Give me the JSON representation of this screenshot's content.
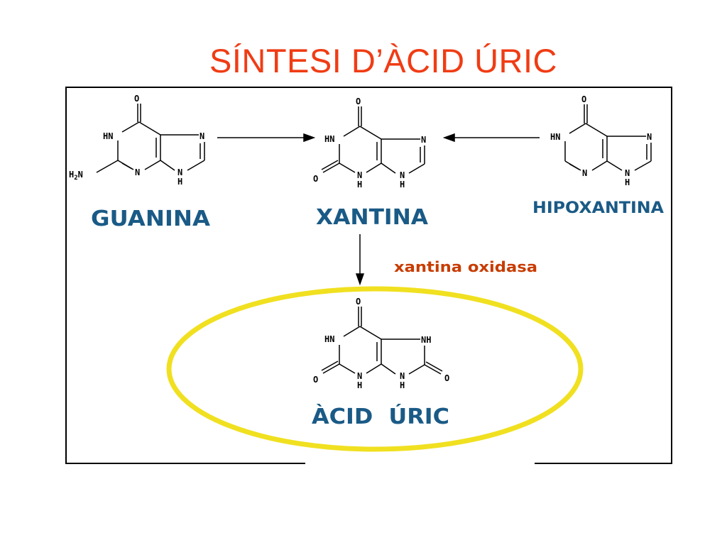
{
  "slide": {
    "title": "SÍNTESI D’ÀCID ÚRIC"
  },
  "colors": {
    "title": "#f03c14",
    "label": "#1a5a86",
    "enzyme": "#c83c00",
    "highlight": "#f0e020",
    "bond": "#000000"
  },
  "atoms": {
    "oxygen": "O",
    "nh": "HN",
    "n": "N",
    "h": "H",
    "nh_right": "NH",
    "h2n_main": "H",
    "h2n_sub": "2",
    "h2n_end": "N"
  },
  "molecules": {
    "guanina": {
      "name": "GUANINA"
    },
    "xantina": {
      "name": "XANTINA"
    },
    "hipoxantina": {
      "name": "HIPOXANTINA"
    },
    "acid_uric": {
      "name": "ÀCID  ÚRIC"
    }
  },
  "enzyme": {
    "label": "xantina oxidasa"
  }
}
